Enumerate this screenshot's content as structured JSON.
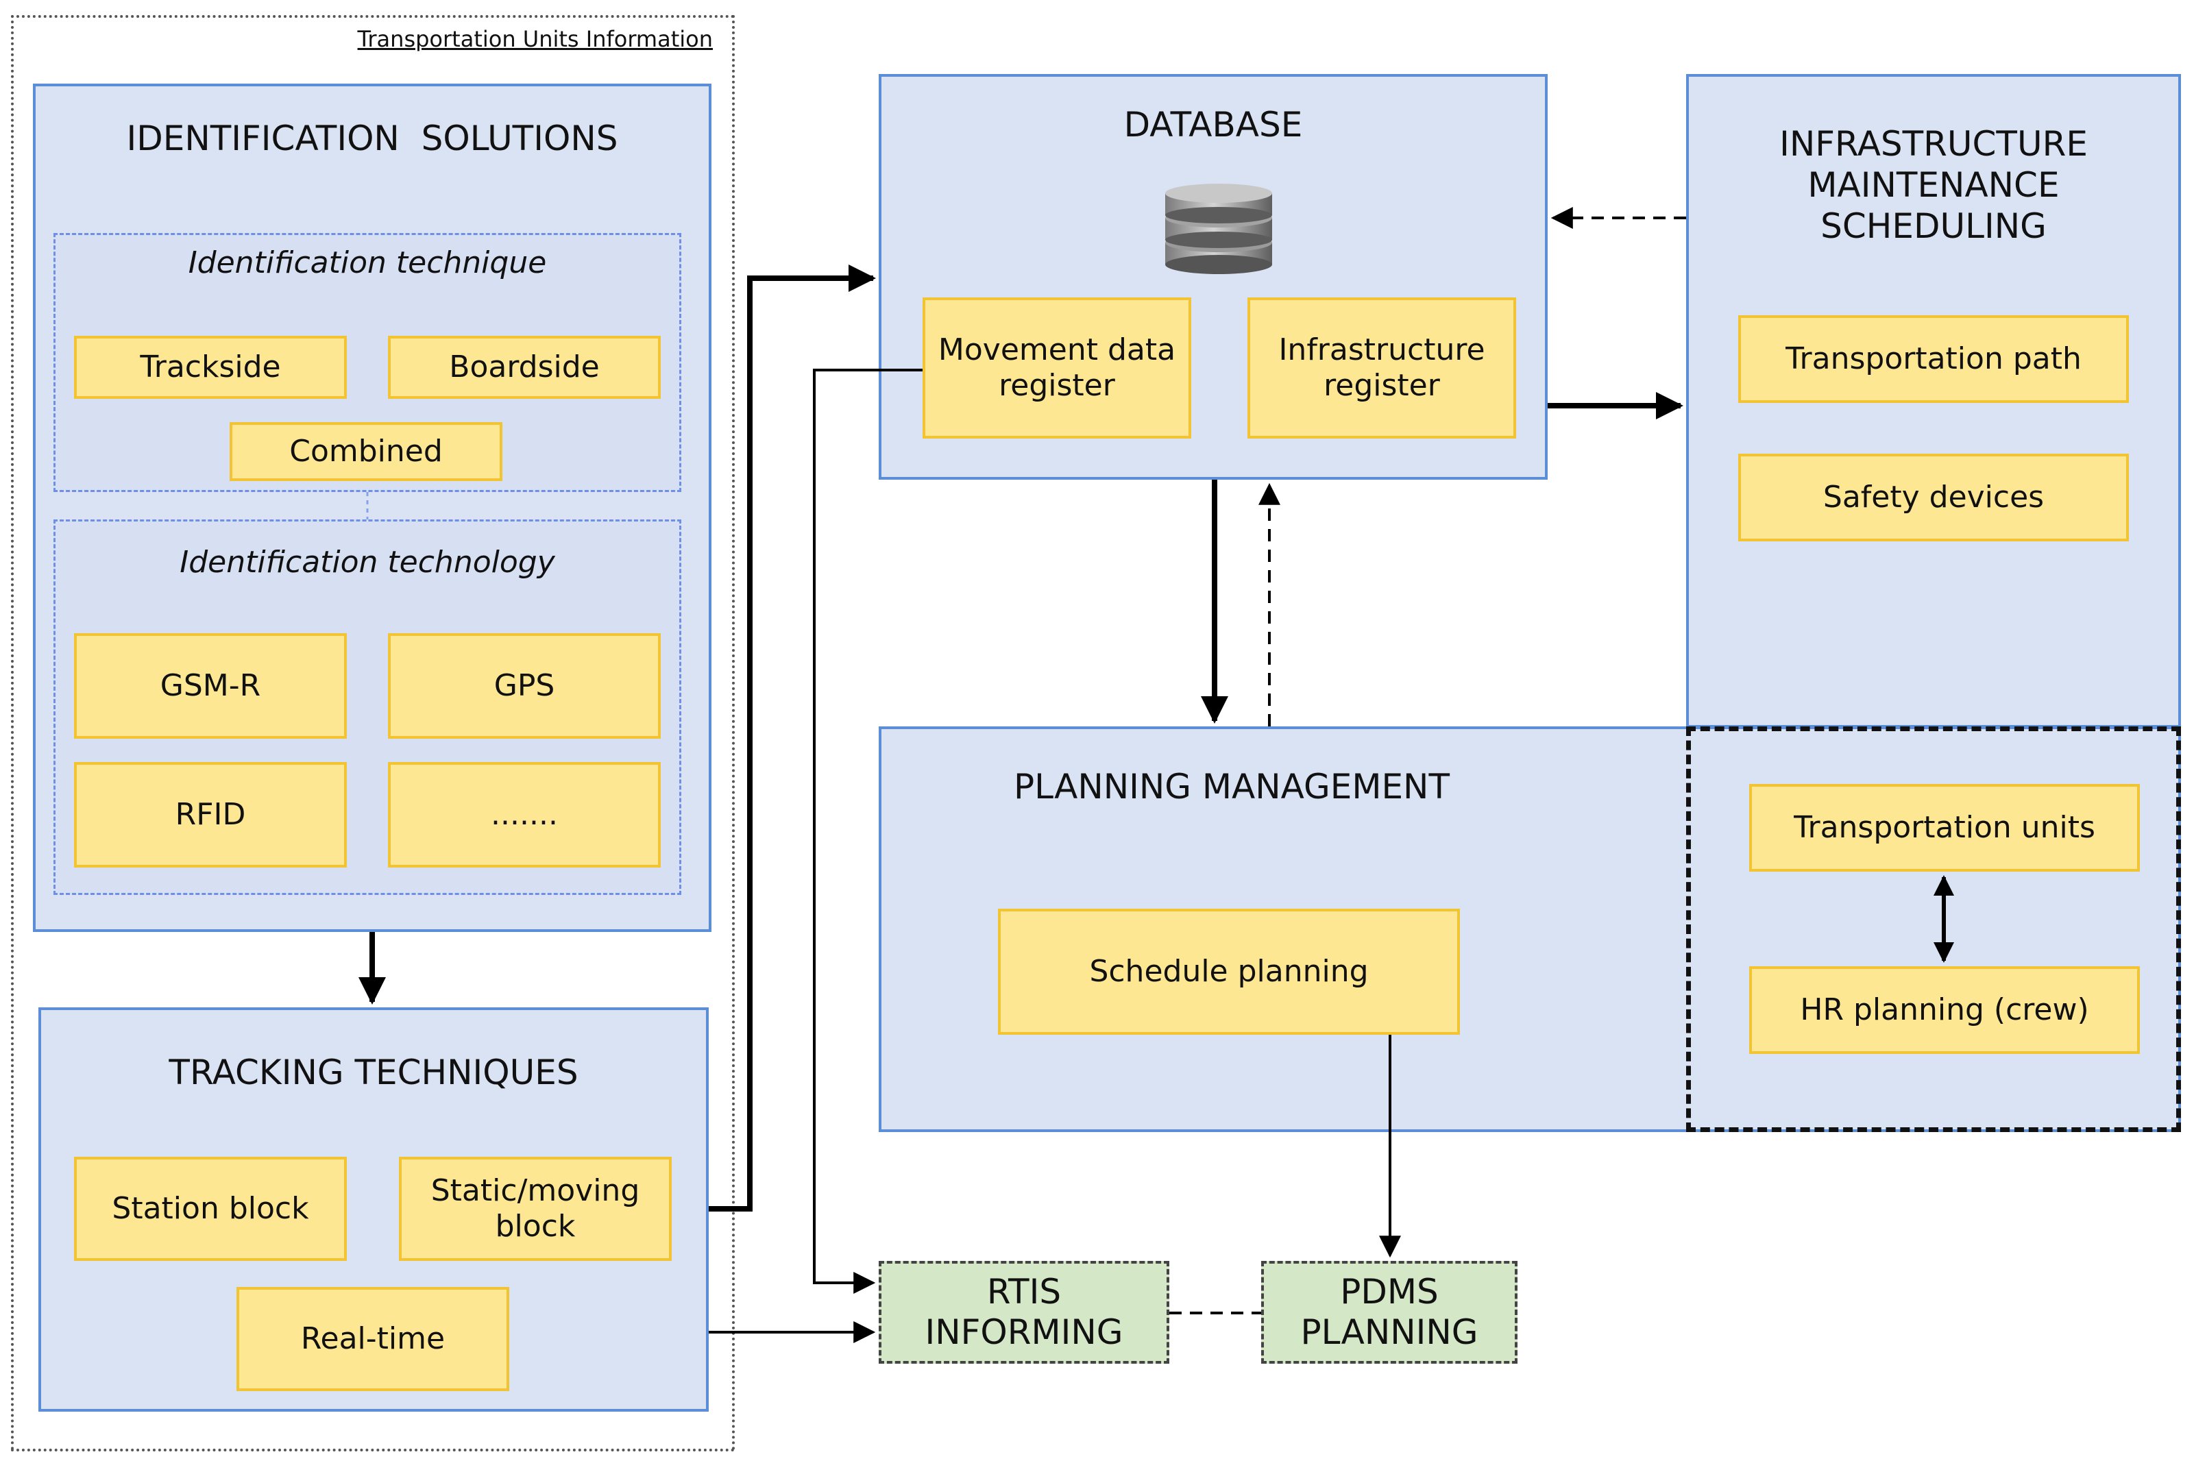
{
  "outer_label": "Transportation Units Information",
  "identification": {
    "title": "IDENTIFICATION  SOLUTIONS",
    "technique": {
      "title": "Identification technique",
      "items": [
        "Trackside",
        "Boardside",
        "Combined"
      ]
    },
    "technology": {
      "title": "Identification technology",
      "items": [
        "GSM-R",
        "GPS",
        "RFID",
        "......."
      ]
    }
  },
  "tracking": {
    "title": "TRACKING TECHNIQUES",
    "items": [
      "Station block",
      "Static/moving\nblock",
      "Real-time"
    ]
  },
  "database": {
    "title": "DATABASE",
    "icon": "database-icon",
    "items": [
      "Movement data\nregister",
      "Infrastructure\nregister"
    ]
  },
  "infrastructure": {
    "title": "INFRASTRUCTURE\nMAINTENANCE\nSCHEDULING",
    "items": [
      "Transportation path",
      "Safety devices"
    ]
  },
  "planning": {
    "title": "PLANNING MANAGEMENT",
    "schedule": "Schedule planning",
    "units": "Transportation units",
    "hr": "HR planning (crew)"
  },
  "rtis": "RTIS\nINFORMING",
  "pdms": "PDMS\nPLANNING",
  "colors": {
    "panel_fill": "#dae3f3",
    "panel_border": "#5b8ed6",
    "item_fill": "#fde792",
    "item_border": "#f2c333",
    "output_fill": "#d4e8c7"
  }
}
